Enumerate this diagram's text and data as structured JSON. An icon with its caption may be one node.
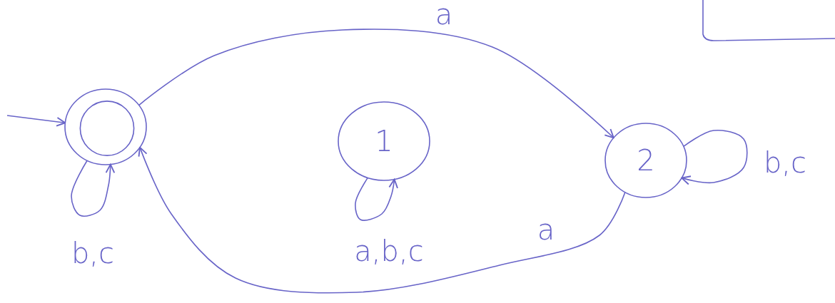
{
  "diagram": {
    "nodes": [
      {
        "text": [],
        "shape": "circle"
      },
      {
        "text": [
          "1"
        ]
      },
      {
        "text": [
          "2"
        ]
      }
    ],
    "edges": [
      {
        "from": null,
        "to": 0,
        "arrow": "to"
      },
      {
        "from": 0,
        "to": 0,
        "label": "b,c",
        "arrow": "to"
      },
      {
        "from": 0,
        "to": 2,
        "label": "a",
        "arrow": "to"
      },
      {
        "from": 2,
        "to": 0,
        "label": "a",
        "arrow": "to"
      },
      {
        "from": 1,
        "to": 1,
        "label": "a,b,c",
        "arrow": "to"
      },
      {
        "from": 2,
        "to": 2,
        "label": "b,c",
        "arrow": "to"
      }
    ]
  }
}
